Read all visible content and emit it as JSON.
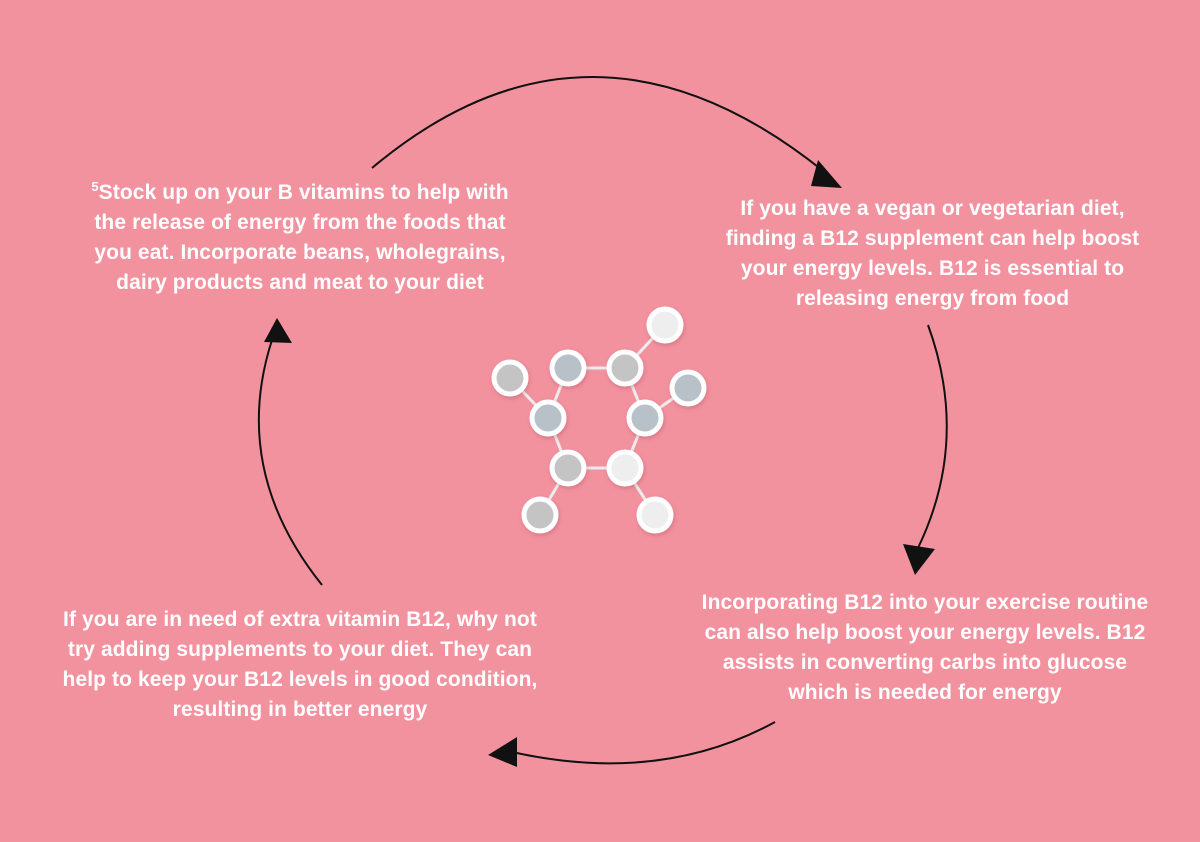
{
  "colors": {
    "background": "#f3929f",
    "arrow": "#111111",
    "text": "#ffffff",
    "atom_light": "#eeeeee",
    "atom_mid": "#c4c4c4",
    "atom_blue": "#b8c0c8",
    "bond": "#ececec"
  },
  "cycle": [
    {
      "id": "b-vitamins",
      "footnote": "5",
      "text": "Stock up on your B vitamins to help with the release of energy from the foods that you eat. Incorporate beans, wholegrains, dairy products and meat to your diet"
    },
    {
      "id": "vegan-diet",
      "text": "If you have a vegan or vegetarian diet, finding a B12 supplement can help boost your energy levels. B12 is essential to releasing energy from food"
    },
    {
      "id": "exercise",
      "text": "Incorporating B12 into your exercise routine can also help boost your energy levels. B12 assists in converting carbs into glucose which is needed for energy"
    },
    {
      "id": "supplements",
      "text": "If you are in need of extra vitamin B12, why not try adding supplements to your diet. They can help to keep your B12 levels in good condition, resulting in better energy"
    }
  ],
  "center_icon": "molecule-icon"
}
